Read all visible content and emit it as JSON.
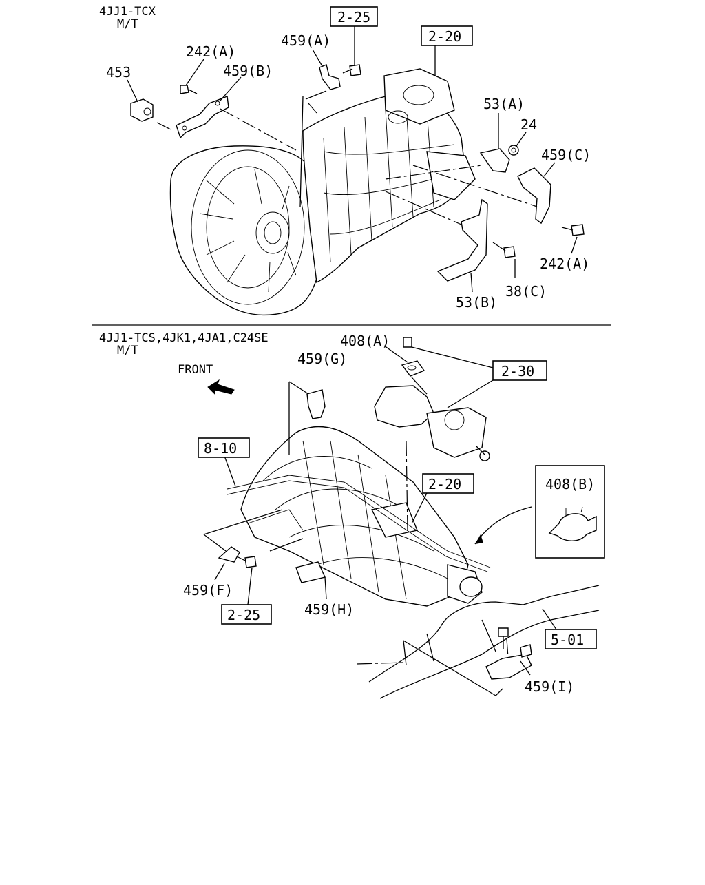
{
  "top": {
    "header": [
      "4JJ1-TCX",
      "M/T"
    ],
    "labels": {
      "p453": "453",
      "p242a": "242(A)",
      "p459b": "459(B)",
      "p459a": "459(A)",
      "r2_25": "2-25",
      "r2_20": "2-20",
      "p53a": "53(A)",
      "p24": "24",
      "p459c": "459(C)",
      "p242a2": "242(A)",
      "p38c": "38(C)",
      "p53b": "53(B)"
    }
  },
  "bottom": {
    "header": [
      "4JJ1-TCS,4JK1,4JA1,C24SE",
      "M/T"
    ],
    "front": "FRONT",
    "labels": {
      "p408a": "408(A)",
      "r2_30": "2-30",
      "p459g": "459(G)",
      "r8_10": "8-10",
      "r2_20": "2-20",
      "p408b": "408(B)",
      "p459f": "459(F)",
      "r2_25": "2-25",
      "p459h": "459(H)",
      "r5_01": "5-01",
      "p459i": "459(I)"
    }
  }
}
